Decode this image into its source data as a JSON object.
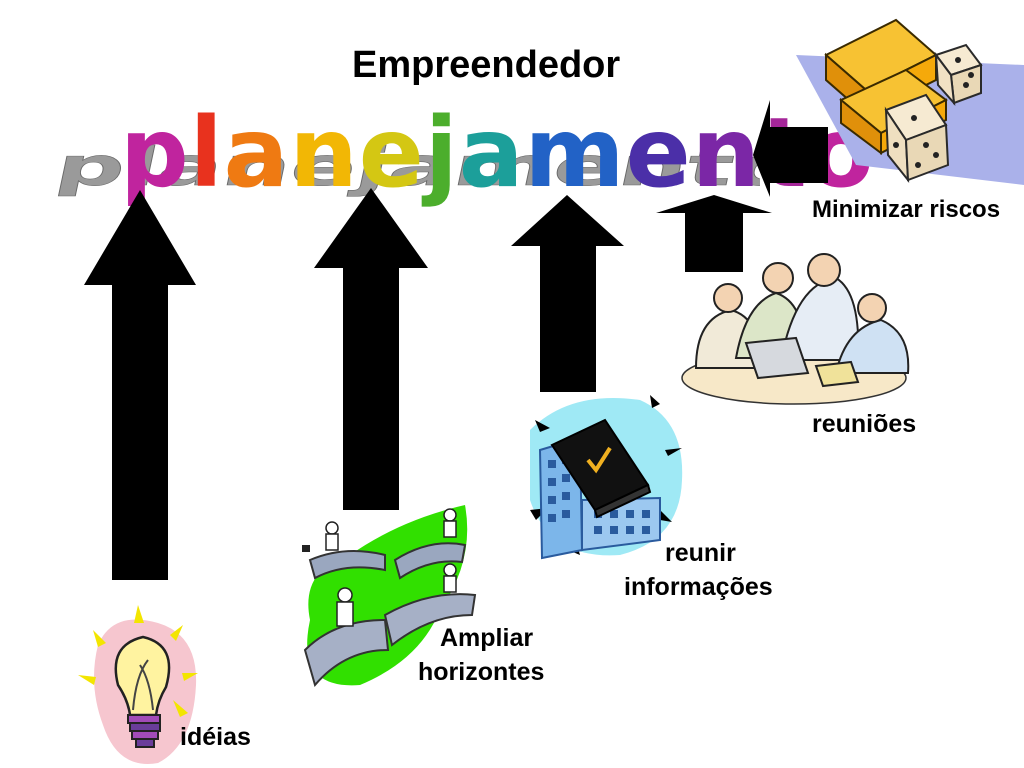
{
  "header": {
    "title": "Empreendedor",
    "word": "planejamento",
    "word_colors": [
      "#c0249e",
      "#e8321e",
      "#ef7a12",
      "#f2b705",
      "#d4c713",
      "#4cae2c",
      "#1c9f9a",
      "#2262c6",
      "#4b2fa8",
      "#7b27a6",
      "#a52699",
      "#c0249e"
    ]
  },
  "labels": {
    "minimizar": "Minimizar riscos",
    "reunioes": "reuniões",
    "reunir_1": "reunir",
    "reunir_2": "informações",
    "ampliar_1": "Ampliar",
    "ampliar_2": "horizontes",
    "ideias": "idéias"
  },
  "colors": {
    "arrow": "#000000",
    "lightbulb_bg": "#f6c6cf",
    "building_bg": "#9fe9f5",
    "bridge_bg": "#31e000",
    "dice_bg": "#aab1ea",
    "gold": "#f5a90a"
  },
  "icons": [
    "lightbulb-icon",
    "bridges-walkers-icon",
    "building-notebook-icon",
    "team-meeting-icon",
    "dice-gold-icon"
  ]
}
